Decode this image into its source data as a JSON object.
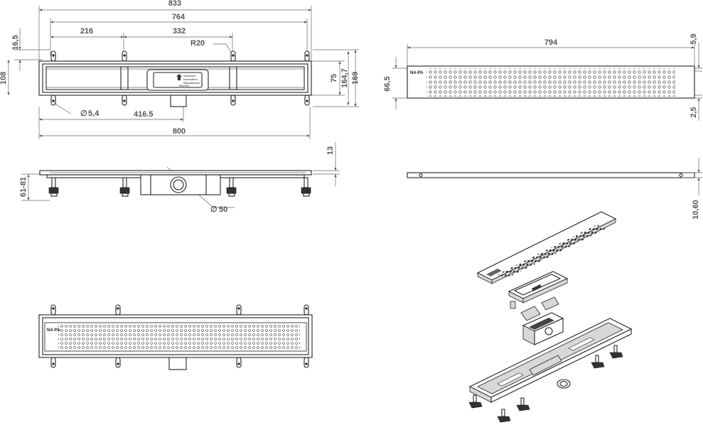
{
  "top_view": {
    "dims": {
      "overall": "833",
      "inner": "764",
      "left_seg": "216",
      "mid_seg": "332",
      "radius": "R20",
      "top_offset": "16,5",
      "height_left": "108",
      "height_75": "75",
      "height_1647": "164,7",
      "height_169": "169",
      "hole": "5,4",
      "outlet_pos": "416.5",
      "bottom_len": "800"
    },
    "label_lines": [
      "Important",
      "Information",
      "Manufacturer"
    ],
    "brand": "PALOM"
  },
  "grate_view": {
    "dims": {
      "length": "794",
      "depth": "5,9",
      "height": "66,5",
      "bottom": "2,5"
    },
    "logo": "NA-PA"
  },
  "side_view": {
    "dims": {
      "top": "13",
      "leg_height": "61-81",
      "pipe": "50"
    }
  },
  "grate_side": {
    "dims": {
      "thickness": "10,60"
    }
  },
  "front_view": {
    "logo": "NA-PA"
  }
}
